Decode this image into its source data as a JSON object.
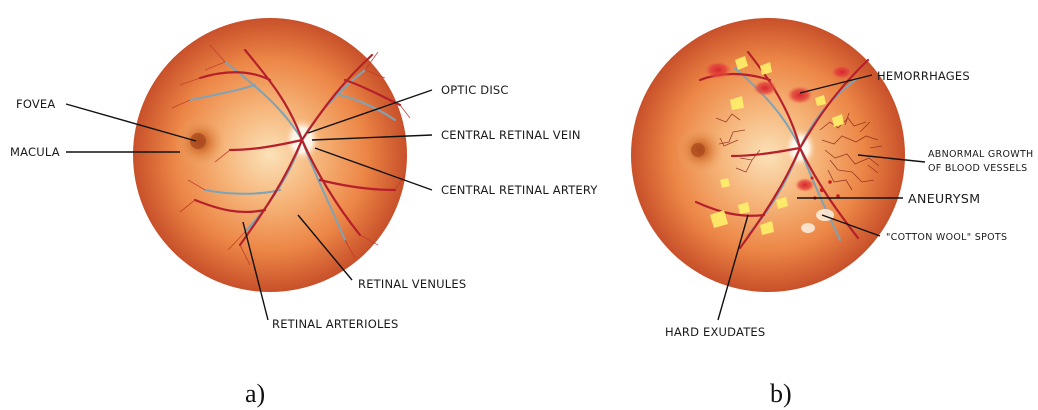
{
  "panel_a": {
    "caption": "a)",
    "labels": {
      "fovea": "FOVEA",
      "macula": "MACULA",
      "optic_disc": "OPTIC DISC",
      "central_retinal_vein": "CENTRAL RETINAL VEIN",
      "central_retinal_artery": "CENTRAL RETINAL ARTERY",
      "retinal_venules": "RETINAL VENULES",
      "retinal_arterioles": "RETINAL ARTERIOLES"
    }
  },
  "panel_b": {
    "caption": "b)",
    "labels": {
      "hemorrhages": "HEMORRHAGES",
      "abnormal_growth_line1": "ABNORMAL GROWTH",
      "abnormal_growth_line2": "OF BLOOD VESSELS",
      "aneurysm": "ANEURYSM",
      "cotton_wool": "\"COTTON WOOL\" SPOTS",
      "hard_exudates": "HARD EXUDATES"
    }
  },
  "colors": {
    "retina_edge": "#c44a24",
    "retina_mid": "#ef8f4d",
    "retina_center": "#f9d2a0",
    "artery": "#b5202a",
    "vein": "#7fa3b5",
    "exudate": "#fff06a",
    "hemorrhage": "#d8262c"
  }
}
